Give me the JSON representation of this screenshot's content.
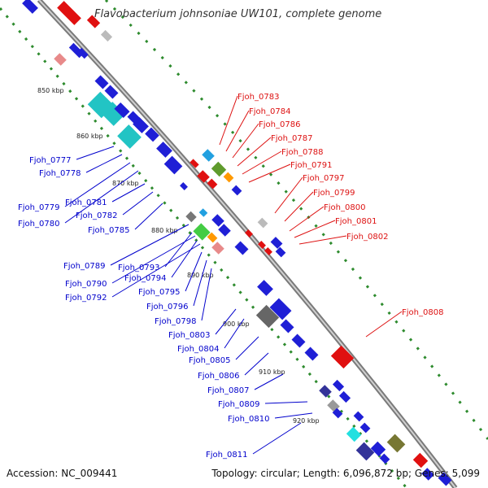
{
  "title": "Flavobacterium johnsoniae UW101, complete genome",
  "footer": {
    "accession": "Accession: NC_009441",
    "topology": "Topology: circular; Length: 6,096,872 bp; Genes: 5,099"
  },
  "colors": {
    "backbone": "#999999",
    "forward_gene": "#1f1fd6",
    "reverse_gene": "#e01010",
    "label_forward": "#0000cc",
    "label_reverse": "#dd1111",
    "gc_dots": "#2e8b2e"
  },
  "ticks": [
    "850 kbp",
    "860 kbp",
    "870 kbp",
    "880 kbp",
    "890 kbp",
    "900 kbp",
    "910 kbp",
    "920 kbp"
  ],
  "left_labels": [
    "Fjoh_0777",
    "Fjoh_0778",
    "Fjoh_0779",
    "Fjoh_0780",
    "Fjoh_0781",
    "Fjoh_0782",
    "Fjoh_0785",
    "Fjoh_0789",
    "Fjoh_0790",
    "Fjoh_0792",
    "Fjoh_0793",
    "Fjoh_0794",
    "Fjoh_0795",
    "Fjoh_0796",
    "Fjoh_0798",
    "Fjoh_0803",
    "Fjoh_0804",
    "Fjoh_0805",
    "Fjoh_0806",
    "Fjoh_0807",
    "Fjoh_0809",
    "Fjoh_0810",
    "Fjoh_0811"
  ],
  "right_labels": [
    "Fjoh_0783",
    "Fjoh_0784",
    "Fjoh_0786",
    "Fjoh_0787",
    "Fjoh_0788",
    "Fjoh_0791",
    "Fjoh_0797",
    "Fjoh_0799",
    "Fjoh_0800",
    "Fjoh_0801",
    "Fjoh_0802",
    "Fjoh_0808"
  ]
}
